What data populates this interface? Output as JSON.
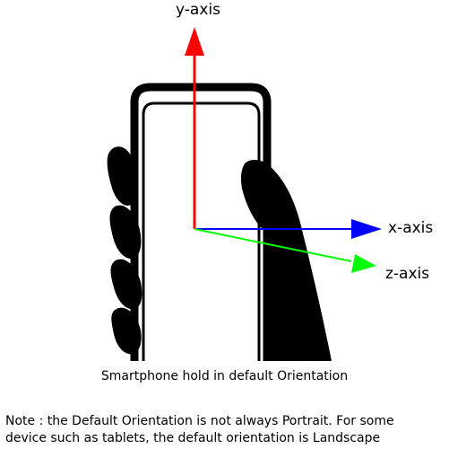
{
  "axes": {
    "y": {
      "label": "y-axis",
      "color": "#ff0000"
    },
    "x": {
      "label": "x-axis",
      "color": "#0000ff"
    },
    "z": {
      "label": "z-axis",
      "color": "#00ff00"
    }
  },
  "caption": "Smartphone hold in default Orientation",
  "note": {
    "line1": "Note : the Default Orientation is not always Portrait. For some",
    "line2": "device such as tablets, the default orientation is Landscape"
  },
  "icons": {
    "phone": "smartphone-icon",
    "hand": "holding-hand-icon"
  }
}
